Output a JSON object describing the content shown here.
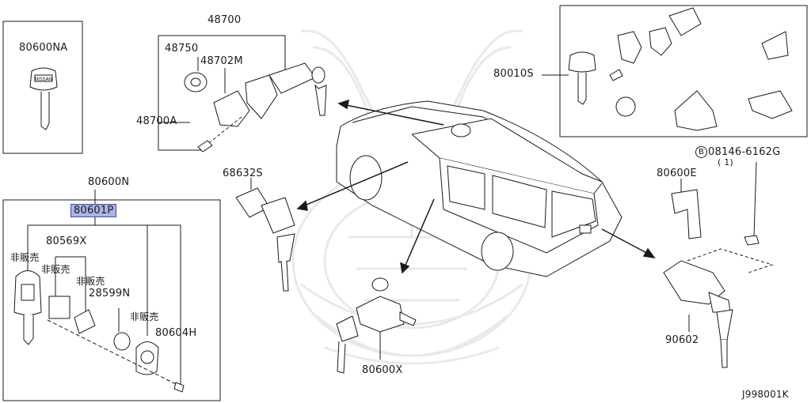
{
  "diagram": {
    "part_numbers": {
      "p80600NA": "80600NA",
      "p48700": "48700",
      "p48750": "48750",
      "p48702M": "48702M",
      "p48700A": "48700A",
      "p80010S": "80010S",
      "p08146": "08146-6162G",
      "p08146_qty": "( 1)",
      "p08146_prefix": "B",
      "p80600N": "80600N",
      "p80601P": "80601P",
      "p80569X": "80569X",
      "p28599N": "28599N",
      "p80604H": "80604H",
      "p68632S": "68632S",
      "p80600E": "80600E",
      "p80600X": "80600X",
      "p90602": "90602"
    },
    "not_for_sale_labels": [
      "非販売",
      "非販売",
      "非販売",
      "非販売"
    ],
    "key_head_brand": "NISSAN",
    "diagram_code": "J998001K",
    "highlighted_part": "80601P",
    "colors": {
      "line": "#1a1a1a",
      "highlight_fill": "#a9b4e6",
      "highlight_border": "#3a4fb0",
      "watermark": "#e9e9e9"
    }
  }
}
